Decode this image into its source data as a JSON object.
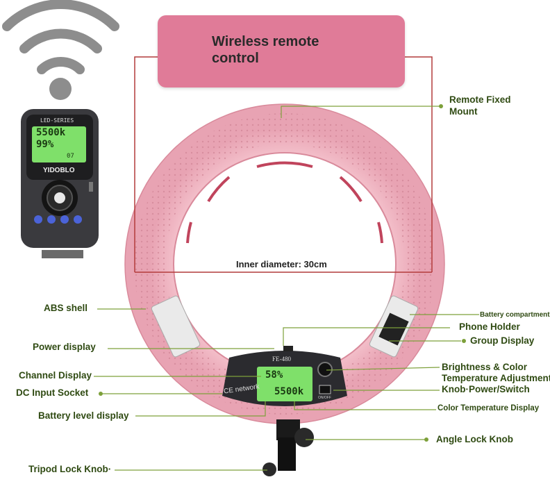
{
  "banner": {
    "line1": "Wireless remote",
    "line2": "control"
  },
  "remote": {
    "brand_top": "LED-SERIES",
    "lcd_line1": "5500k",
    "lcd_line2": "99%",
    "lcd_line3": "07",
    "brand": "YIDOBLO"
  },
  "panel": {
    "model": "FE-480",
    "brand": "CE network",
    "lcd_brightness": "58%",
    "lcd_temp": "5500k",
    "switch_label": "ON/OFF"
  },
  "inner_diameter": "Inner diameter: 30cm",
  "labels": {
    "remote_fixed_mount": [
      "Remote Fixed",
      "Mount"
    ],
    "abs_shell": "ABS shell",
    "battery_compartment": "Battery compartment",
    "phone_holder": "Phone Holder",
    "group_display": "Group Display",
    "power_display": "Power display",
    "brightness_knob": [
      "Brightness & Color",
      "Temperature Adjustment",
      "Knob·Power/Switch"
    ],
    "channel_display": "Channel Display",
    "dc_input_socket": "DC Input Socket",
    "battery_level_display": "Battery level display",
    "color_temp_display": "Color Temperature Display",
    "angle_lock_knob": "Angle Lock Knob",
    "tripod_lock_knob": "Tripod Lock Knob·"
  },
  "colors": {
    "ring": "#f2b6c3",
    "banner": "#e07b98",
    "label": "#2f4a12",
    "leader": "#7da03a",
    "bracket": "#b23a3a",
    "lcd": "#7fe06a"
  }
}
